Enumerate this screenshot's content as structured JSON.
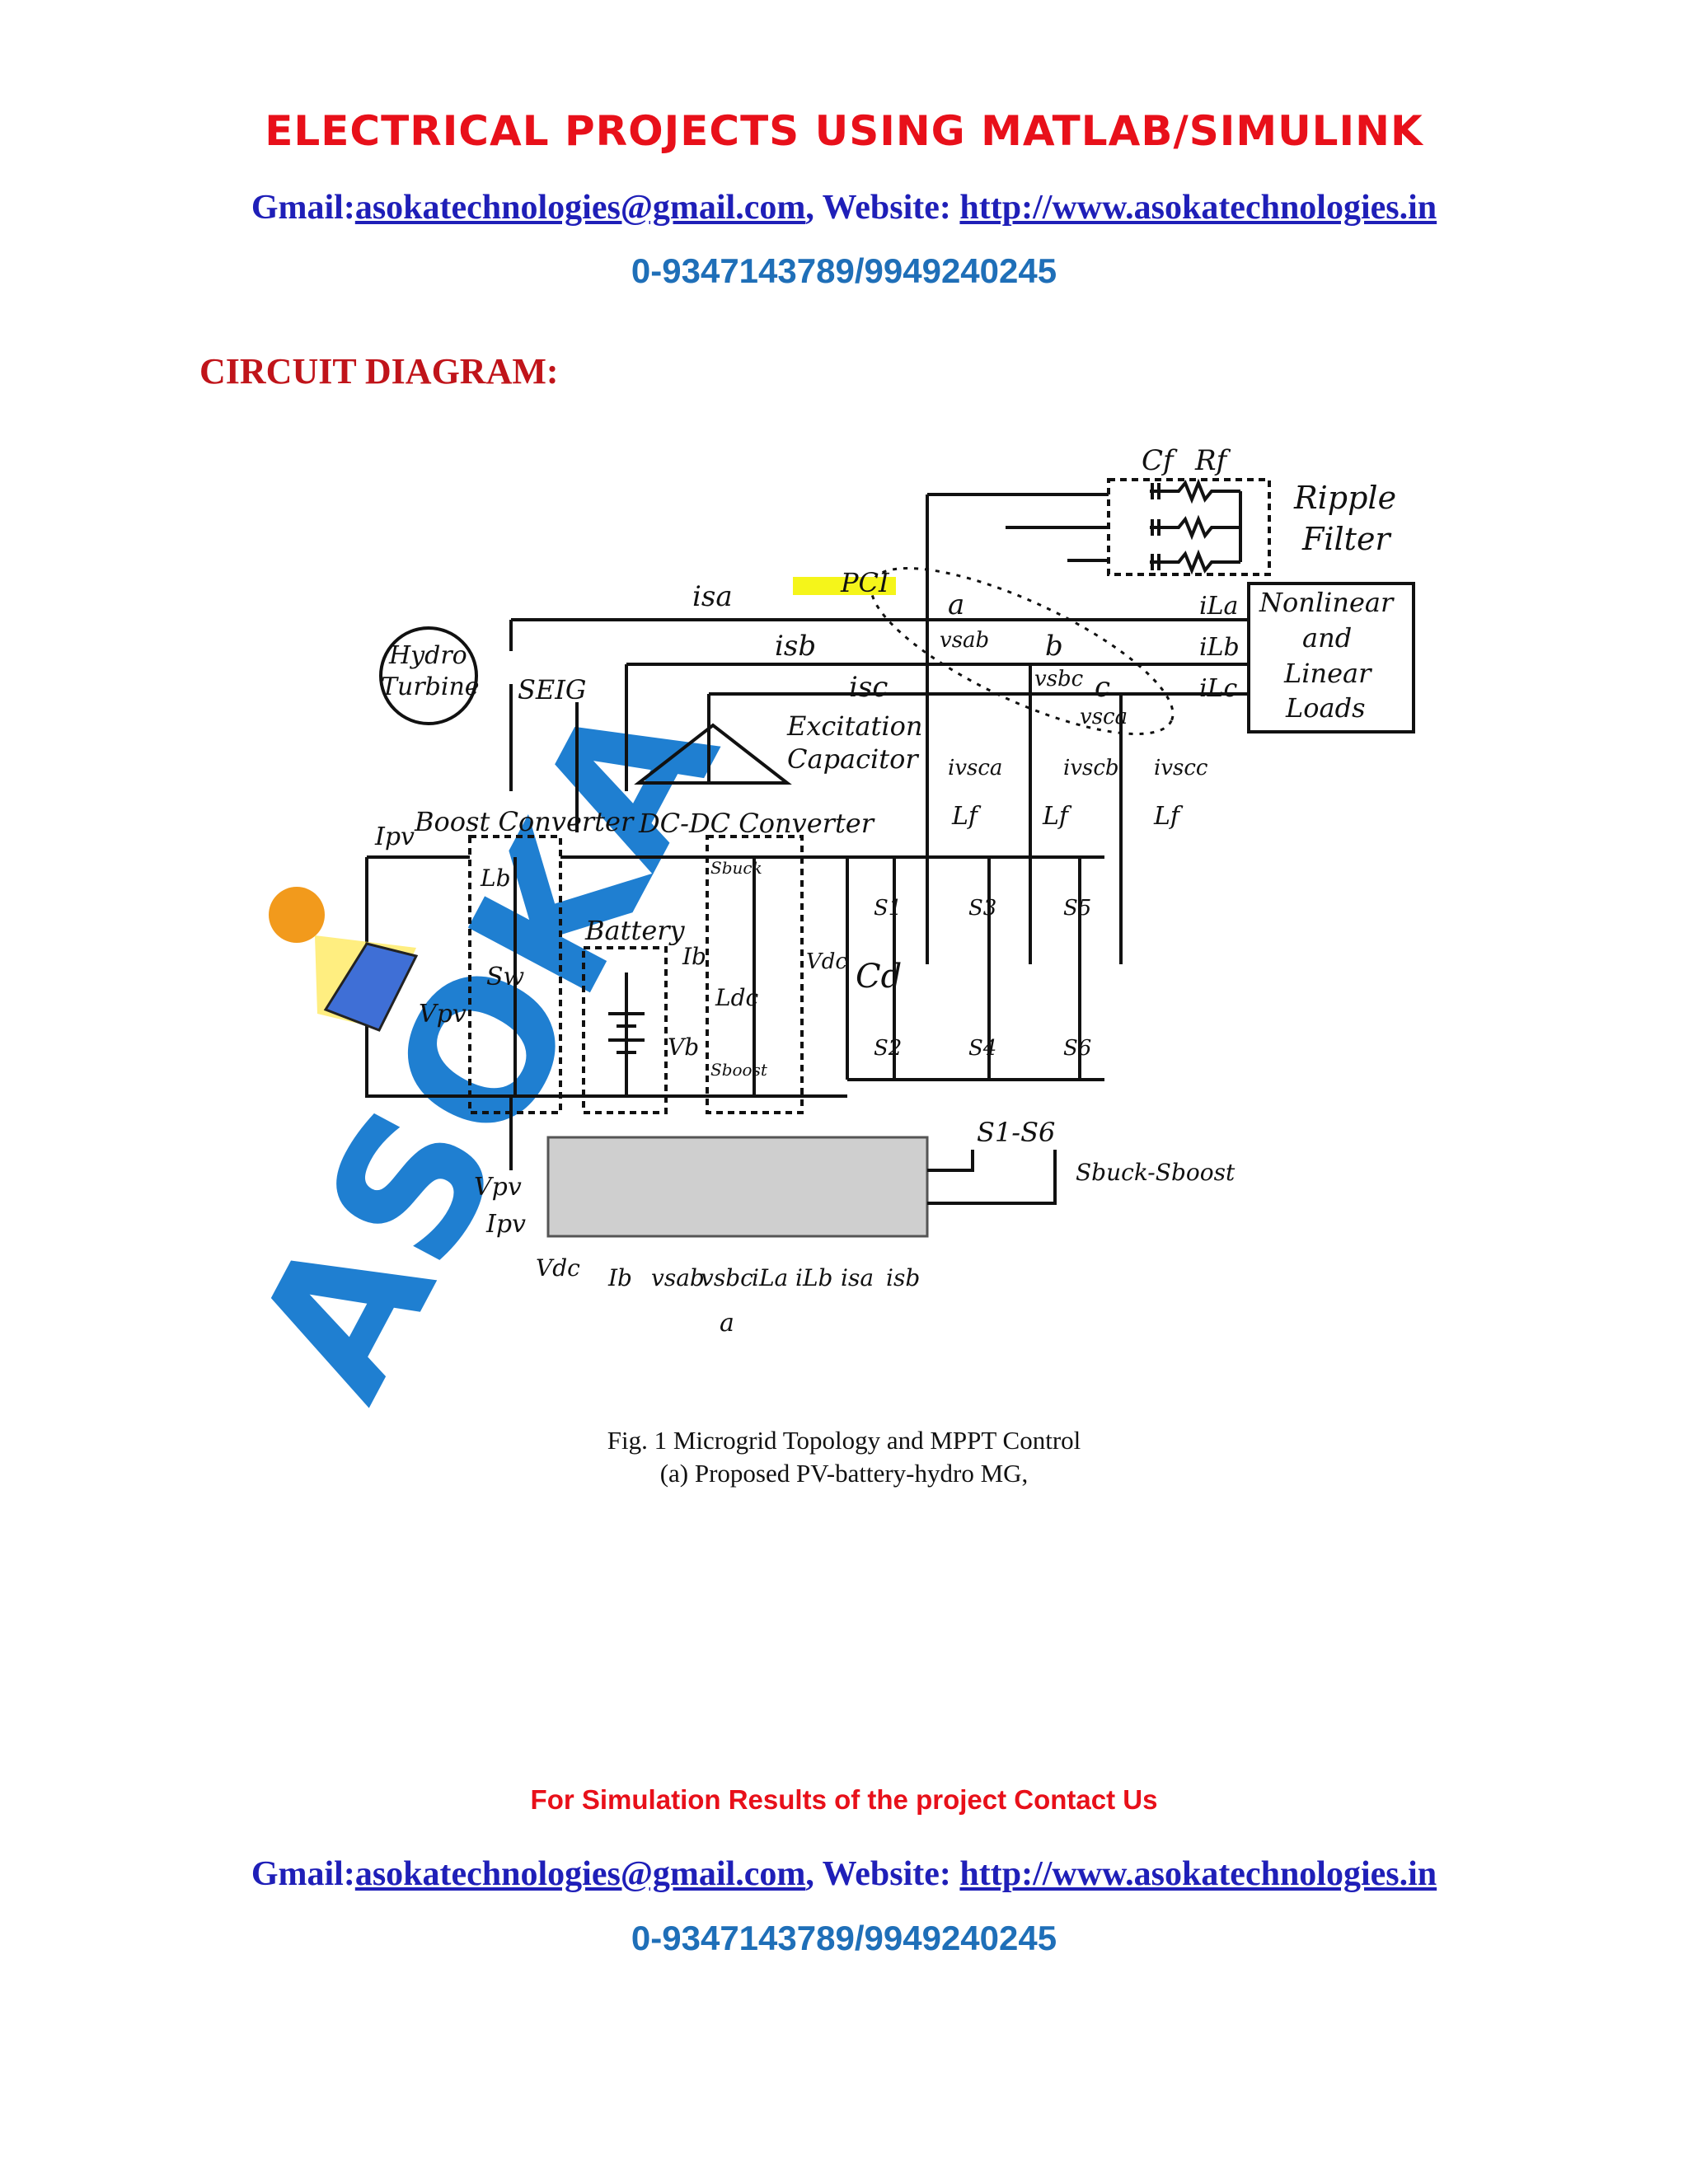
{
  "header": {
    "title": "ELECTRICAL PROJECTS USING MATLAB/SIMULINK",
    "gmail_label": "Gmail:",
    "gmail": "asokatechnologies@gmail.com",
    "website_sep": ", Website: ",
    "website": "http://www.asokatechnologies.in",
    "phone": "0-9347143789/9949240245"
  },
  "section_heading": "CIRCUIT DIAGRAM:",
  "watermark": "ASOKA",
  "diagram": {
    "labels": {
      "cf": "Cf",
      "rf": "Rf",
      "ripple": "Ripple",
      "filter": "Filter",
      "pci": "PCI",
      "isa": "isa",
      "isb": "isb",
      "isc": "isc",
      "a": "a",
      "b": "b",
      "c": "c",
      "vsab": "vsab",
      "vsbc": "vsbc",
      "vsca": "vsca",
      "ila": "iLa",
      "ilb": "iLb",
      "ilc": "iLc",
      "loads_1": "Nonlinear",
      "loads_2": "and",
      "loads_3": "Linear",
      "loads_4": "Loads",
      "hydro_1": "Hydro",
      "hydro_2": "Turbine",
      "seig": "SEIG",
      "excitation_1": "Excitation",
      "excitation_2": "Capacitor",
      "ivsca": "ivsca",
      "ivscb": "ivscb",
      "ivscc": "ivscc",
      "lf": "Lf",
      "boost_converter": "Boost Converter",
      "dcdc_converter": "DC-DC Converter",
      "ipv": "Ipv",
      "vpv": "Vpv",
      "lb": "Lb",
      "sw": "Sw",
      "battery": "Battery",
      "ib": "Ib",
      "vb": "Vb",
      "sbuck": "Sbuck",
      "sboost": "Sboost",
      "ldc": "Ldc",
      "vdc": "Vdc",
      "cd": "Cd",
      "s1": "S1",
      "s2": "S2",
      "s3": "S3",
      "s4": "S4",
      "s5": "S5",
      "s6": "S6",
      "s1_s6": "S1-S6",
      "sbuck_sboost": "Sbuck-Sboost",
      "ctrl_vpv": "Vpv",
      "ctrl_ipv": "Ipv",
      "bottom_inputs": [
        "Vdc",
        "Ib",
        "vsab",
        "vsbc",
        "iLa",
        "iLb",
        "isa",
        "isb"
      ],
      "subfig": "a"
    }
  },
  "caption": {
    "line1": "Fig. 1 Microgrid Topology and MPPT Control",
    "line2": "(a) Proposed PV-battery-hydro MG,"
  },
  "footer": {
    "cta": "For Simulation Results of the project Contact Us",
    "gmail_label": "Gmail:",
    "gmail": "asokatechnologies@gmail.com",
    "website_sep": ", Website: ",
    "website": "http://www.asokatechnologies.in",
    "phone": "0-9347143789/9949240245"
  },
  "colors": {
    "title": "#e8101a",
    "contact": "#1f1fb8",
    "phone": "#1f6fb8",
    "heading": "#c0141a",
    "watermark": "#1f7fd1",
    "pci_highlight": "#f5f51a"
  }
}
